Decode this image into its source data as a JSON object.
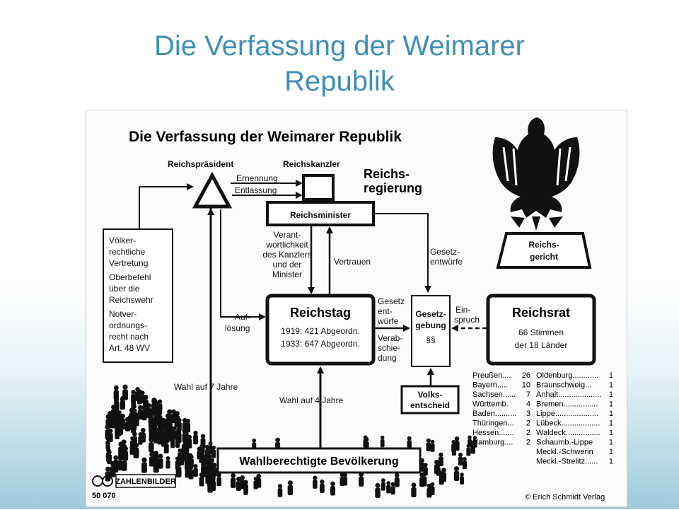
{
  "slide": {
    "title_line1": "Die Verfassung der Weimarer",
    "title_line2": "Republik"
  },
  "diagram": {
    "heading": "Die Verfassung der Weimarer Republik",
    "reichspraesident": "Reichspräsident",
    "reichskanzler": "Reichskanzler",
    "reichsregierung_1": "Reichs-",
    "reichsregierung_2": "regierung",
    "ernennung": "Ernennung",
    "entlassung": "Entlassung",
    "reichsminister": "Reichsminister",
    "reichsgericht_1": "Reichs-",
    "reichsgericht_2": "gericht",
    "powers": [
      "Völker-",
      "rechtliche",
      "Vertretung",
      "Oberbefehl",
      "über die",
      "Reichswehr",
      "Notver-",
      "ordnungs-",
      "recht nach",
      "Art. 48 WV"
    ],
    "verantwortlichkeit": [
      "Verant-",
      "wortlichkeit",
      "des Kanzlers",
      "und der",
      "Minister"
    ],
    "vertrauen": "Vertrauen",
    "gesetzentwuerfe_top": [
      "Gesetz-",
      "entwürfe"
    ],
    "aufloesung": [
      "Auf-",
      "lösung"
    ],
    "reichstag": {
      "title": "Reichstag",
      "line1": "1919: 421 Abgeordn.",
      "line2": "1933: 647 Abgeordn."
    },
    "gesetzentwuerfe_mid": [
      "Gesetz",
      "ent-",
      "würfe"
    ],
    "verabschiedung": [
      "Verab-",
      "schie-",
      "dung"
    ],
    "gesetzgebung": [
      "Gesetz-",
      "gebung",
      "§§"
    ],
    "einspruch": [
      "Ein-",
      "spruch"
    ],
    "reichsrat": {
      "title": "Reichsrat",
      "line1": "66 Stimmen",
      "line2": "der 18 Länder"
    },
    "volksentscheid": [
      "Volks-",
      "entscheid"
    ],
    "wahl7": "Wahl auf 7 Jahre",
    "wahl4": "Wahl auf 4 Jahre",
    "bevoelkerung": "Wahlberechtigte Bevölkerung",
    "laender_left": [
      {
        "name": "Preußen",
        "dots": "....",
        "n": "26"
      },
      {
        "name": "Bayern",
        "dots": ".....",
        "n": "10"
      },
      {
        "name": "Sachsen",
        "dots": "......",
        "n": "7"
      },
      {
        "name": "Württemb.",
        "dots": "",
        "n": "4"
      },
      {
        "name": "Baden",
        "dots": "..........",
        "n": "3"
      },
      {
        "name": "Thüringen",
        "dots": "...",
        "n": "2"
      },
      {
        "name": "Hessen",
        "dots": ".......",
        "n": "2"
      },
      {
        "name": "Hamburg",
        "dots": "....",
        "n": "2"
      }
    ],
    "laender_right": [
      {
        "name": "Oldenburg",
        "dots": "............",
        "n": "1"
      },
      {
        "name": "Braunschweig",
        "dots": "...",
        "n": "1"
      },
      {
        "name": "Anhalt",
        "dots": "....................",
        "n": "1"
      },
      {
        "name": "Bremen",
        "dots": "................",
        "n": "1"
      },
      {
        "name": "Lippe",
        "dots": "....................",
        "n": "1"
      },
      {
        "name": "Lübeck",
        "dots": "..................",
        "n": "1"
      },
      {
        "name": "Waldeck",
        "dots": "................",
        "n": "1"
      },
      {
        "name": "Schaumb.-Lippe",
        "dots": "",
        "n": "1"
      },
      {
        "name": "Meckl.-Schwerin",
        "dots": "",
        "n": "1"
      },
      {
        "name": "Meckl.-Strelitz",
        "dots": "......",
        "n": "1"
      }
    ],
    "code": "50 070",
    "zahlenbilder": "ZAHLENBILDER",
    "copyright": "© Erich Schmidt Verlag"
  }
}
